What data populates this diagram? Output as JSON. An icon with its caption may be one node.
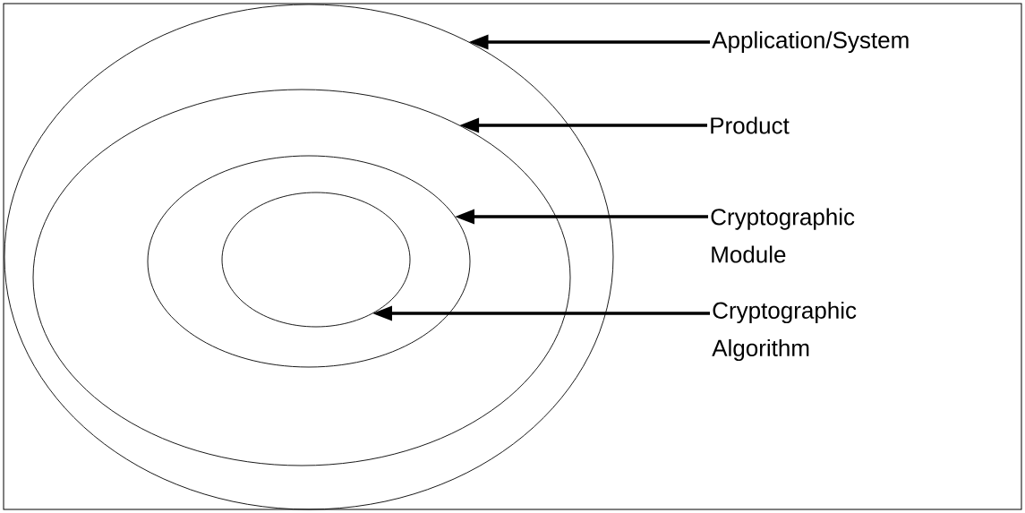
{
  "diagram": {
    "nodes": [
      {
        "text": [],
        "shape": "ellipse"
      },
      {
        "text": [],
        "shape": "ellipse",
        "in": 0
      },
      {
        "text": [],
        "shape": "ellipse",
        "in": 1
      },
      {
        "text": [],
        "shape": "ellipse",
        "in": 2
      },
      {
        "text": [
          "Application/System"
        ]
      },
      {
        "text": [
          "Product"
        ]
      },
      {
        "text": [
          "Cryptographic Module"
        ]
      },
      {
        "text": [
          "Cryptographic Algorithm"
        ]
      }
    ],
    "edges": [
      {
        "from": 4,
        "to": 0,
        "arrow": "to"
      },
      {
        "from": 5,
        "to": 1,
        "arrow": "to"
      },
      {
        "from": 6,
        "to": 2,
        "arrow": "to"
      },
      {
        "from": 7,
        "to": 3,
        "arrow": "to"
      }
    ]
  }
}
